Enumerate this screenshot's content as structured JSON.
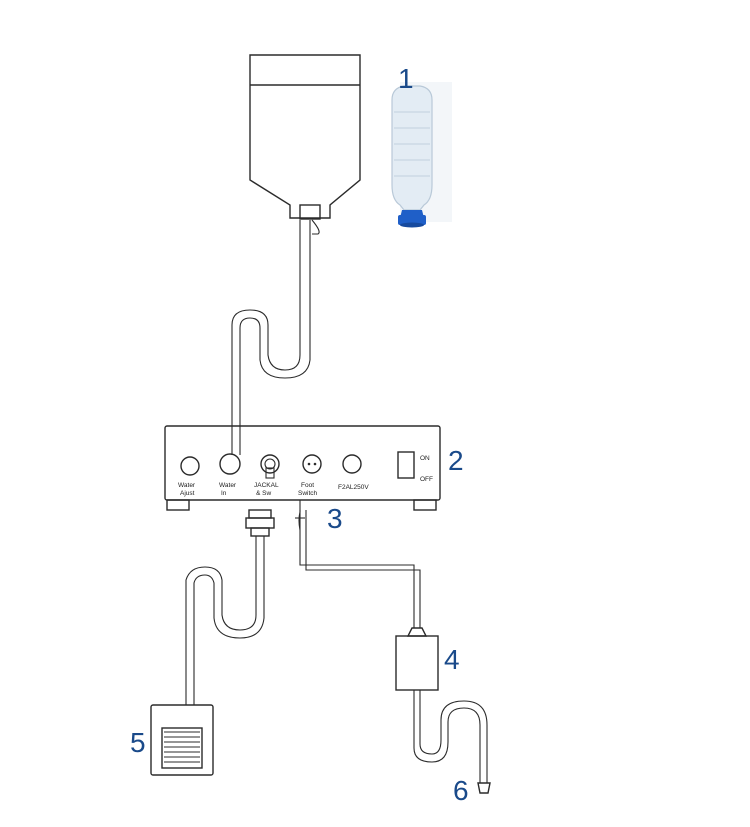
{
  "callouts": [
    "1",
    "2",
    "3",
    "4",
    "5",
    "6"
  ],
  "panel_labels": {
    "water_adjust_1": "Water",
    "water_adjust_2": "Ajust",
    "water_in_1": "Water",
    "water_in_2": "In",
    "handpiece_1": "JACKAL",
    "handpiece_2": "& Sw",
    "foot_switch_1": "Foot",
    "foot_switch_2": "Switch",
    "fuse": "F2AL250V",
    "on": "ON",
    "off": "OFF"
  },
  "colors": {
    "callout": "#1a4a8a",
    "bottle_cap": "#1f5fc8",
    "line": "#2b2b2b"
  }
}
